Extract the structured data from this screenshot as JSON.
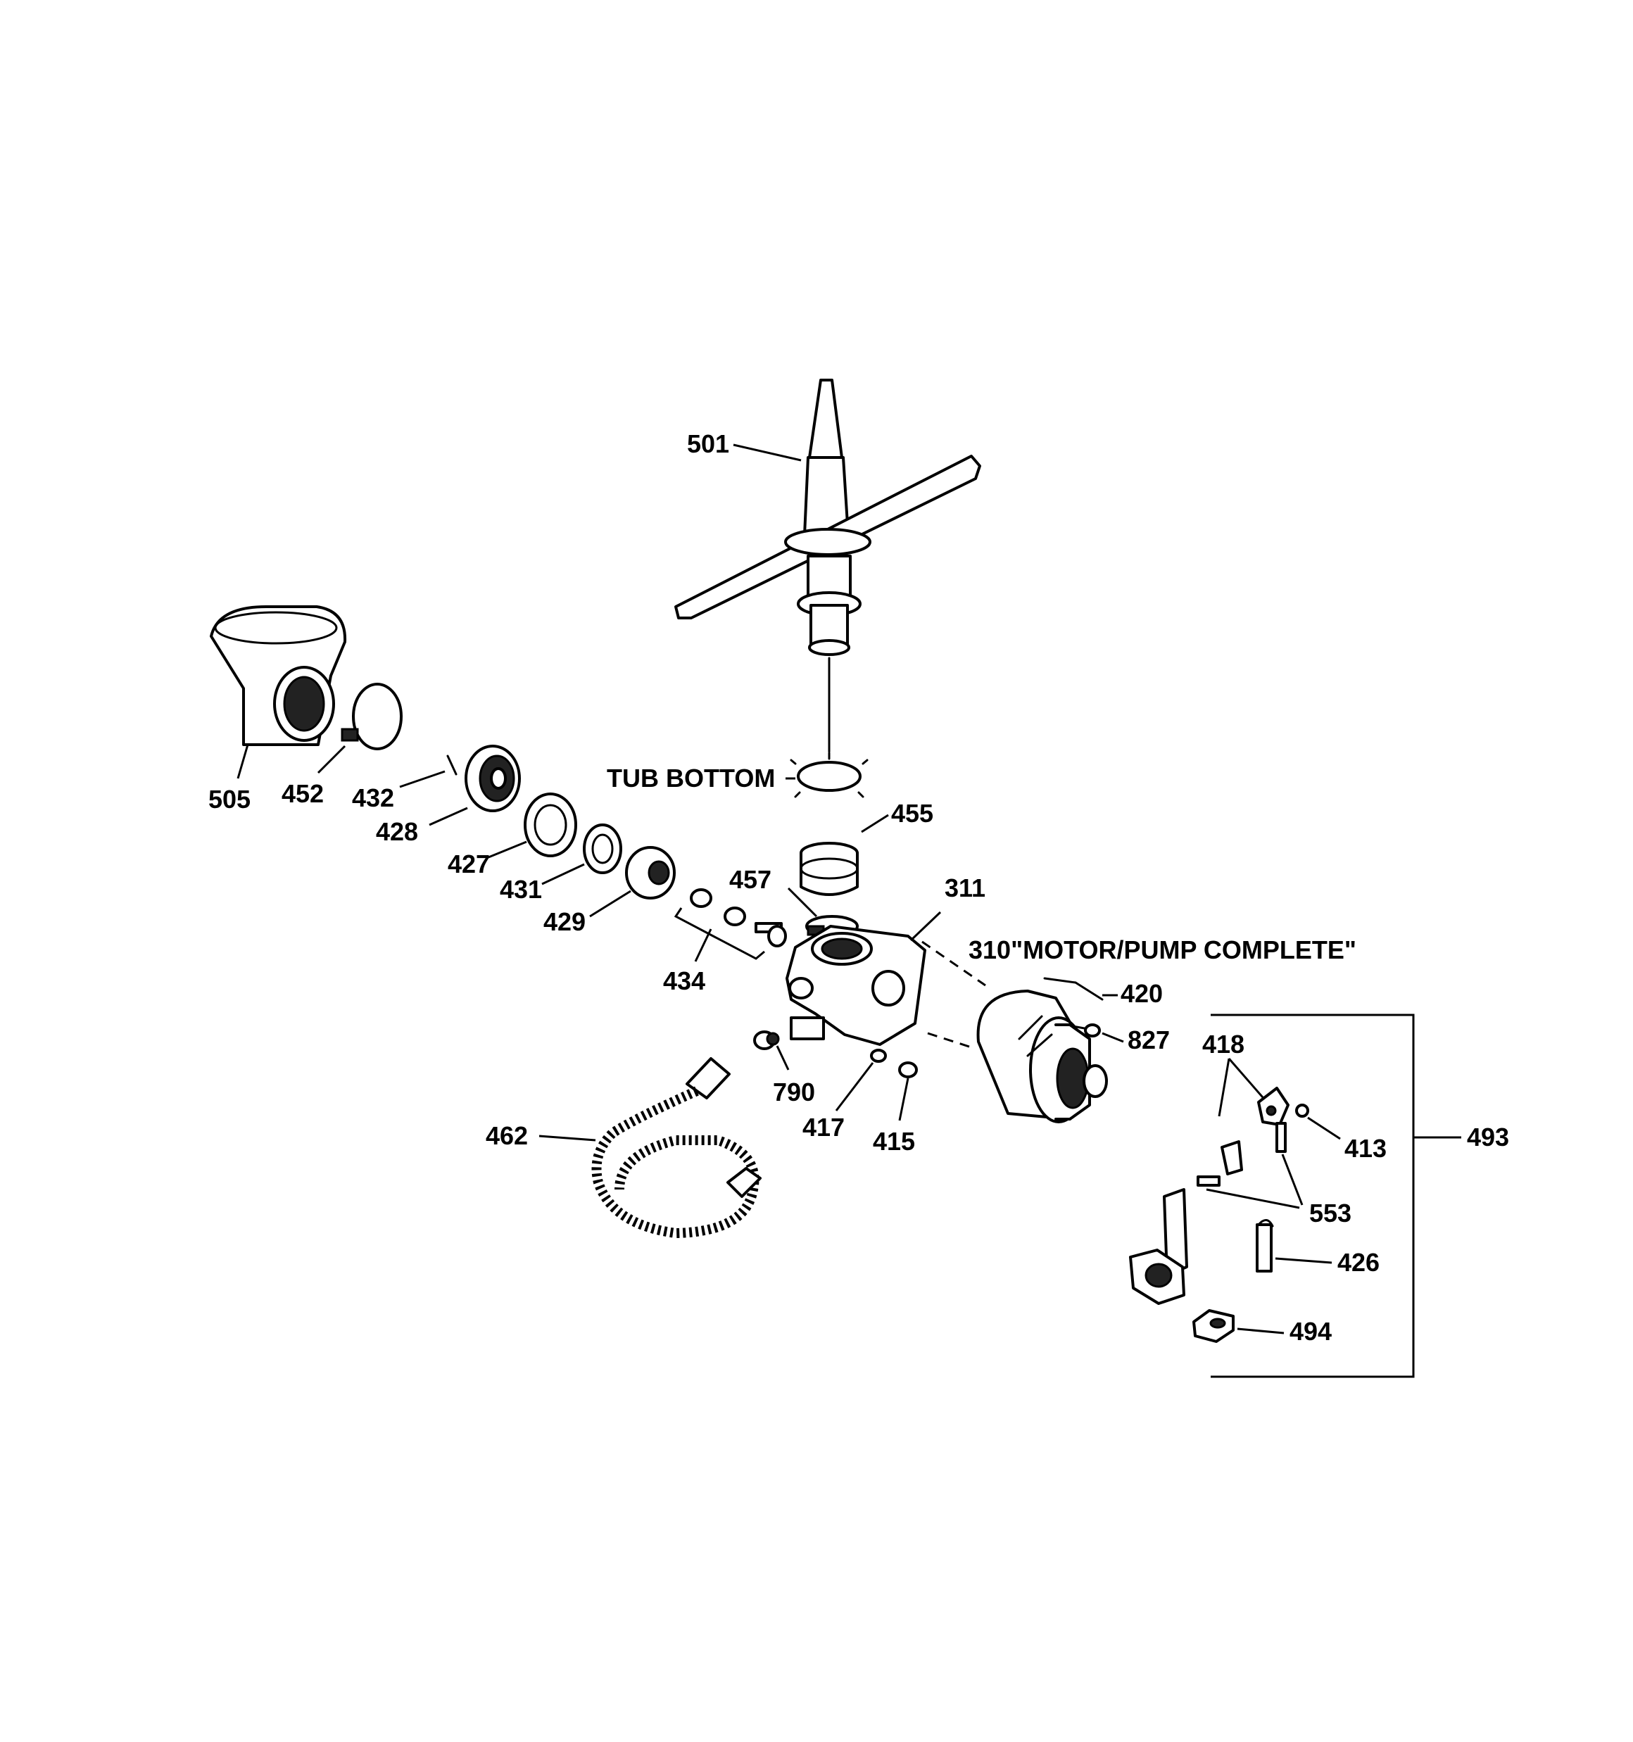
{
  "callouts": {
    "c501": "501",
    "c505": "505",
    "c452": "452",
    "c432": "432",
    "c428": "428",
    "c427": "427",
    "c431": "431",
    "c429": "429",
    "c434": "434",
    "c455": "455",
    "c457": "457",
    "c311": "311",
    "c420": "420",
    "c827": "827",
    "c790": "790",
    "c417": "417",
    "c415": "415",
    "c462": "462",
    "c418": "418",
    "c413": "413",
    "c553": "553",
    "c426": "426",
    "c494": "494",
    "c493": "493"
  },
  "captions": {
    "tub_bottom": "TUB BOTTOM",
    "motor_pump": "310\"MOTOR/PUMP COMPLETE\""
  }
}
